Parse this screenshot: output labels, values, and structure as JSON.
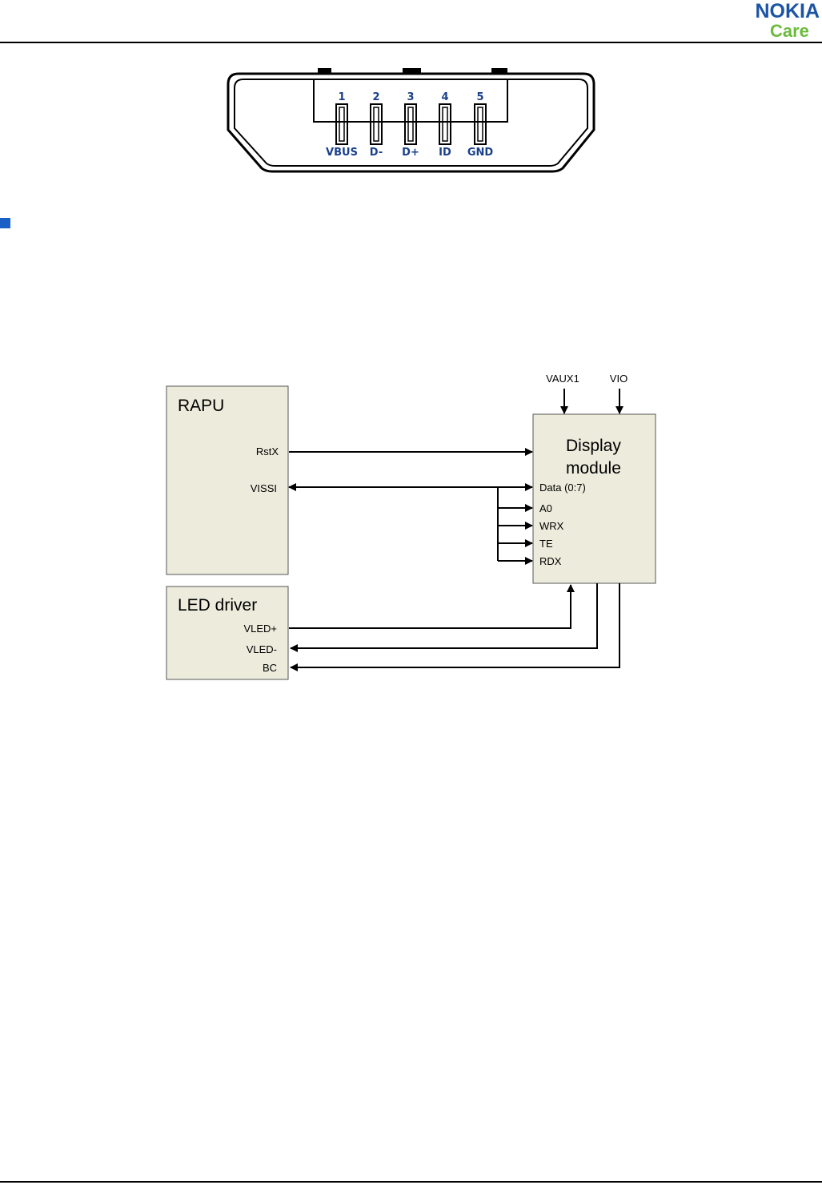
{
  "header": {
    "brand": "NOKIA",
    "subbrand": "Care",
    "brand_color": "#1b54a5",
    "subbrand_color": "#6cbb3c"
  },
  "usb_connector": {
    "pins": [
      {
        "number": "1",
        "signal": "VBUS"
      },
      {
        "number": "2",
        "signal": "D-"
      },
      {
        "number": "3",
        "signal": "D+"
      },
      {
        "number": "4",
        "signal": "ID"
      },
      {
        "number": "5",
        "signal": "GND"
      }
    ],
    "label_color": "#1a3f8a"
  },
  "section_bullet_color": "#1a5fc3",
  "display_diagram": {
    "block_fill": "#ecebdc",
    "rapu": {
      "title": "RAPU",
      "rstx": "RstX",
      "vissi": "VISSI"
    },
    "led_driver": {
      "title": "LED driver",
      "vled_plus": "VLED+",
      "vled_minus": "VLED-",
      "bc": "BC"
    },
    "display_module": {
      "title_line1": "Display",
      "title_line2": "module",
      "data": "Data (0:7)",
      "a0": "A0",
      "wrx": "WRX",
      "te": "TE",
      "rdx": "RDX"
    },
    "supplies": {
      "vaux1": "VAUX1",
      "vio": "VIO"
    }
  }
}
